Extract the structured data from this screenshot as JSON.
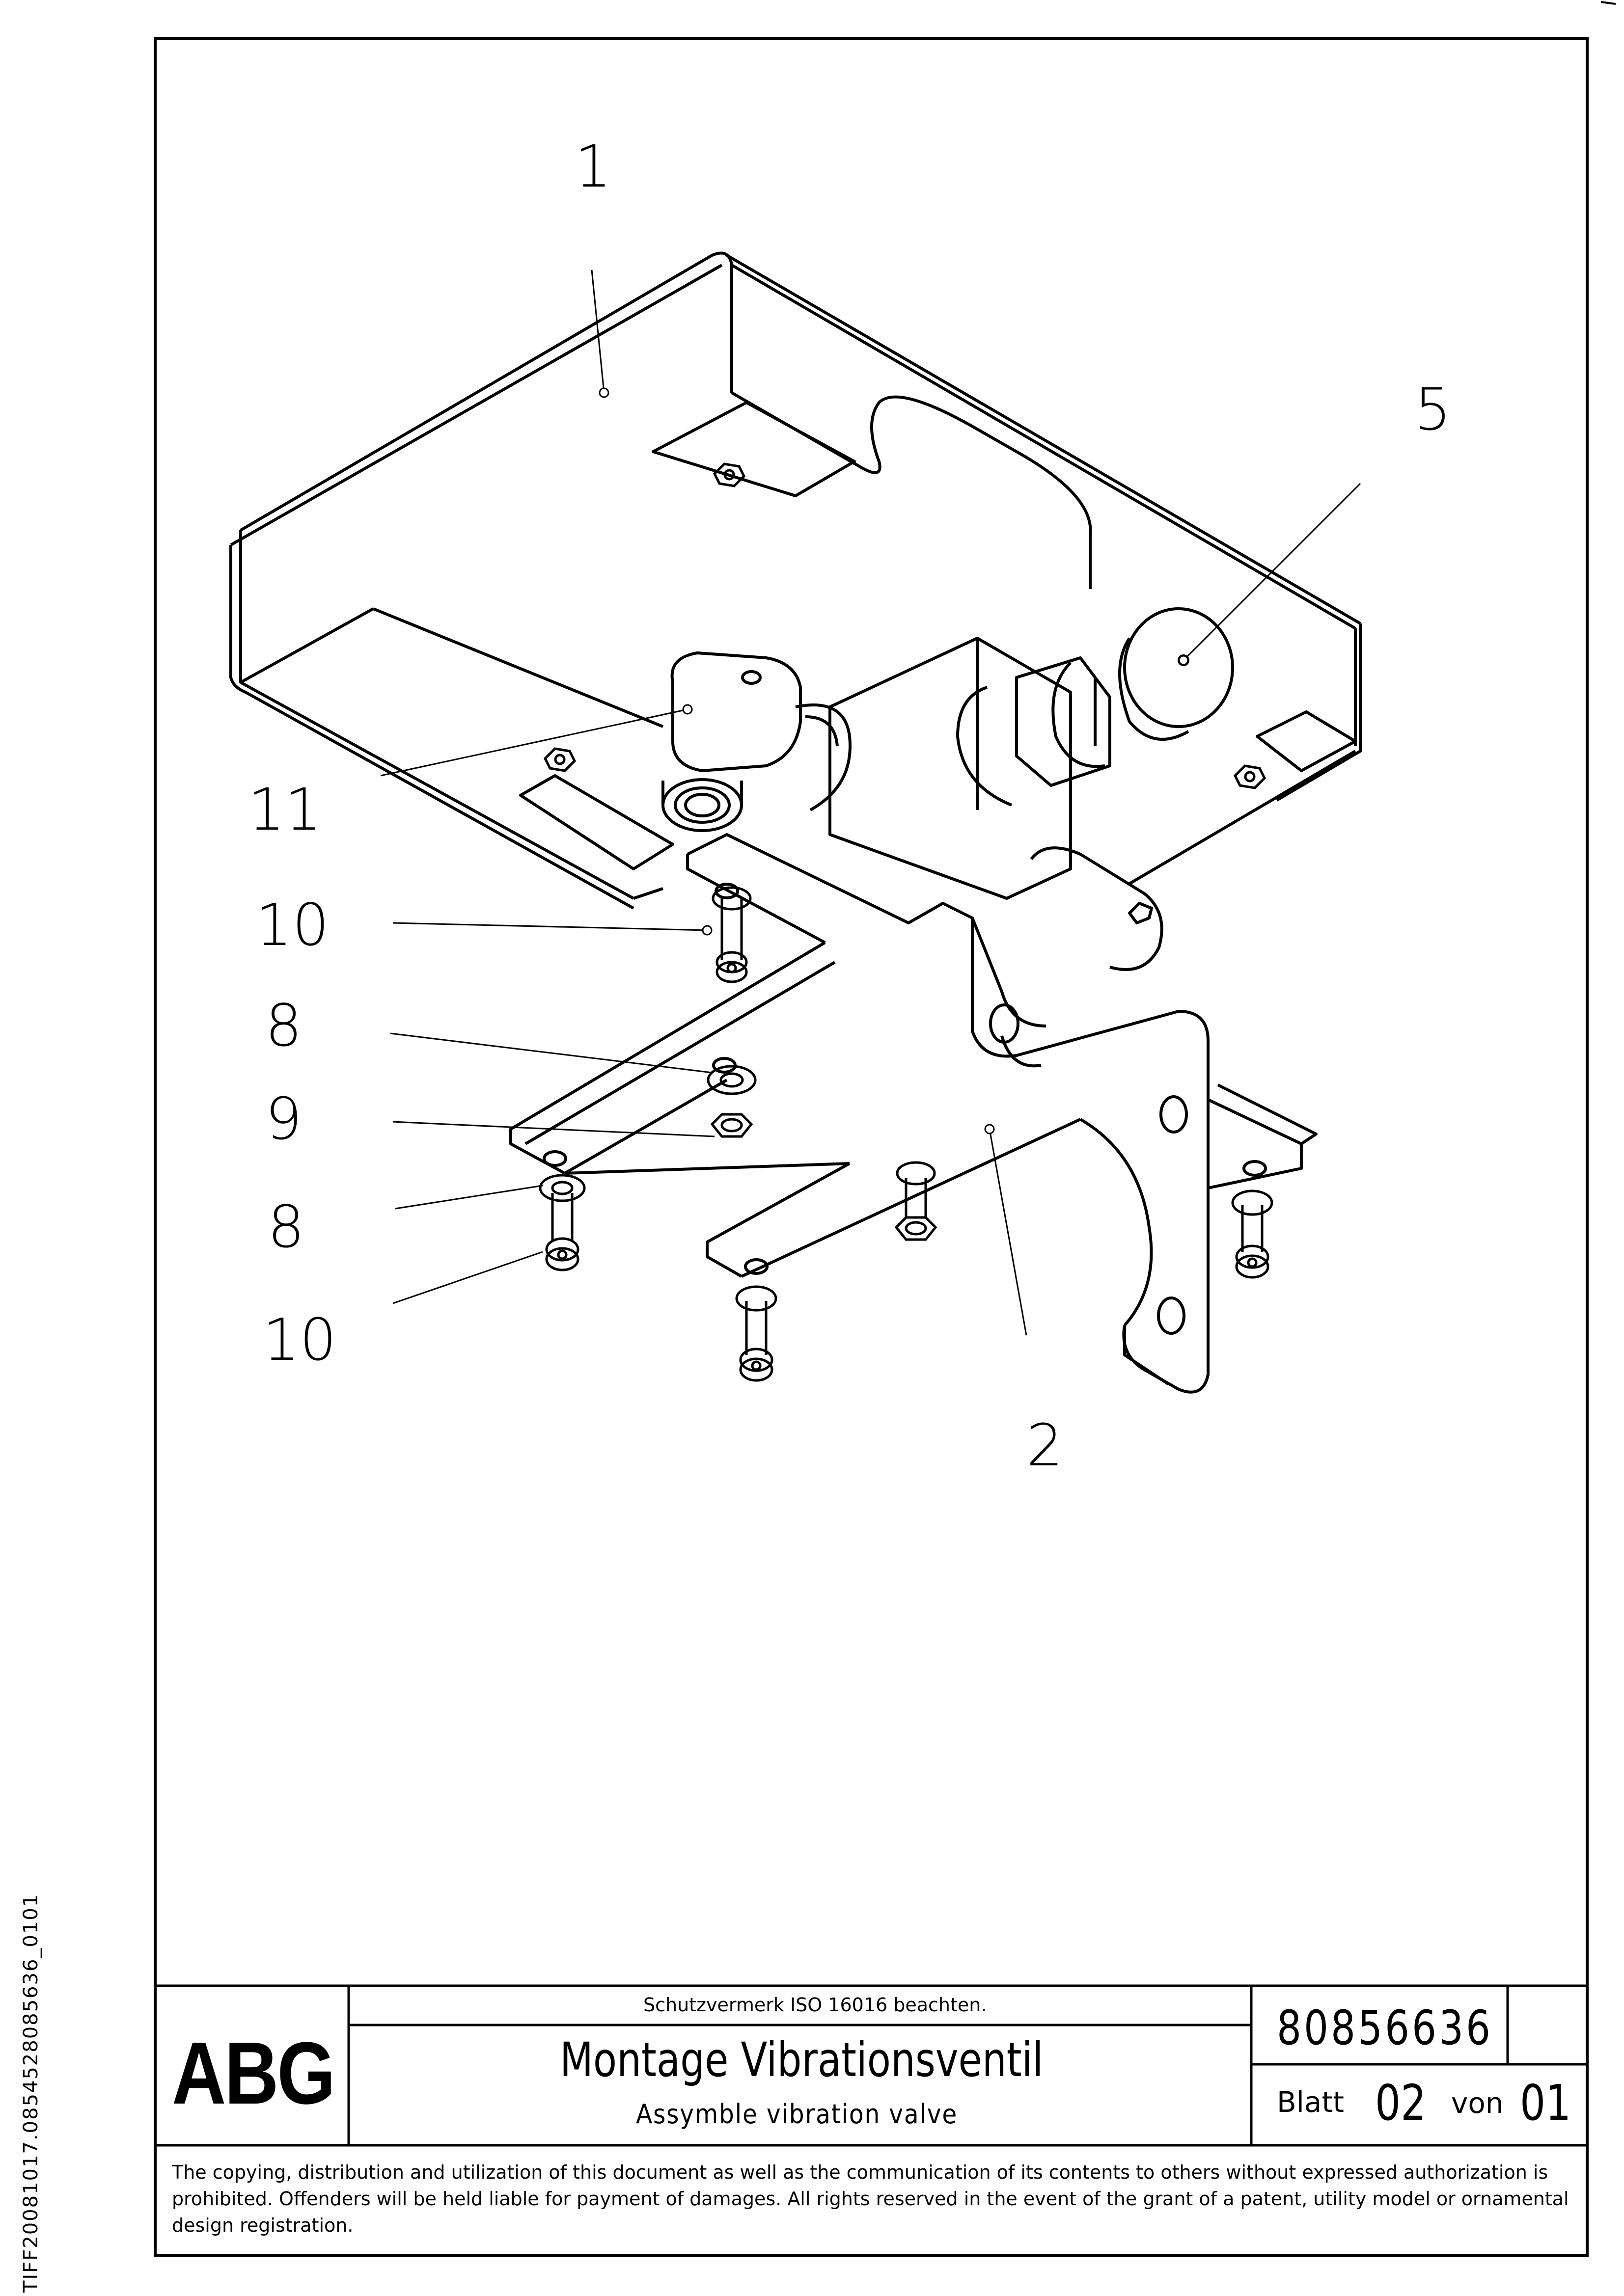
{
  "side_code": "TIFF20081017.0854528085636_0101",
  "callouts": {
    "c1": "1",
    "c5": "5",
    "c11": "11",
    "c10a": "10",
    "c8a": "8",
    "c9": "9",
    "c8b": "8",
    "c10b": "10",
    "c2": "2"
  },
  "title_block": {
    "logo": "ABG",
    "protection_note": "Schutzvermerk ISO 16016 beachten.",
    "title_de": "Montage Vibrationsventil",
    "title_en": "Assymble vibration valve",
    "drawing_number": "80856636",
    "sheet_label": "Blatt",
    "sheet_number": "02",
    "of_label": "von",
    "sheet_total": "01"
  },
  "copyright": "The copying, distribution and utilization of this document as well as the communication of its contents to others without expressed authorization is prohibited. Offenders will be held liable for payment of damages. All rights reserved in the event of the grant of a patent, utility model or ornamental design registration."
}
